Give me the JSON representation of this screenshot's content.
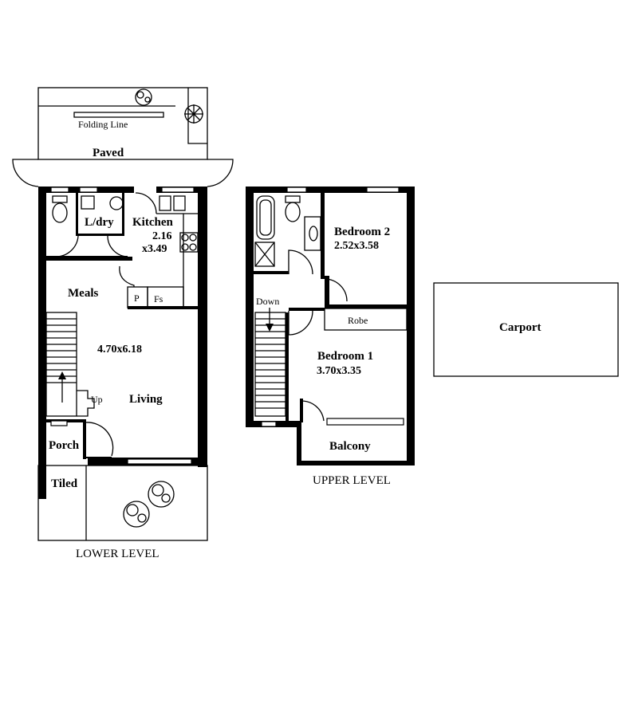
{
  "lower": {
    "caption": "LOWER LEVEL",
    "paved": "Paved",
    "folding_line": "Folding Line",
    "laundry": "L/dry",
    "kitchen": "Kitchen",
    "kitchen_w": "2.16",
    "kitchen_h": "x3.49",
    "meals": "Meals",
    "pantry": "P",
    "fridge_space": "Fs",
    "living_dim": "4.70x6.18",
    "living": "Living",
    "stairs_up": "Up",
    "porch": "Porch",
    "tiled": "Tiled"
  },
  "upper": {
    "caption": "UPPER LEVEL",
    "bedroom2": "Bedroom 2",
    "bedroom2_dim": "2.52x3.58",
    "robe": "Robe",
    "stairs_down": "Down",
    "bedroom1": "Bedroom 1",
    "bedroom1_dim": "3.70x3.35",
    "balcony": "Balcony"
  },
  "carport": {
    "label": "Carport"
  }
}
